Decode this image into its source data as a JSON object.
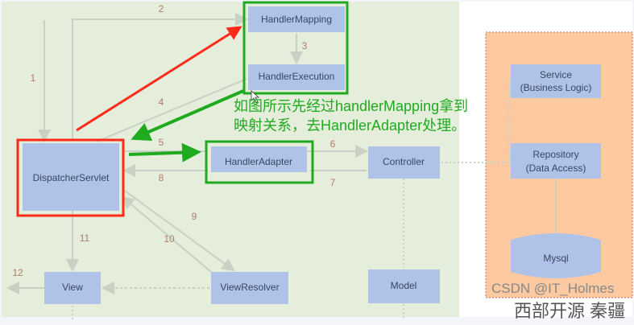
{
  "nodes": {
    "handler_mapping": "HandlerMapping",
    "handler_execution": "HandlerExecution",
    "dispatcher_servlet": "DispatcherServlet",
    "handler_adapter": "HandlerAdapter",
    "controller": "Controller",
    "service_line1": "Service",
    "service_line2": "(Business Logic)",
    "repository_line1": "Repository",
    "repository_line2": "(Data Access)",
    "mysql": "Mysql",
    "view": "View",
    "view_resolver": "ViewResolver",
    "model": "Model"
  },
  "steps": [
    "1",
    "2",
    "3",
    "4",
    "5",
    "6",
    "7",
    "8",
    "9",
    "10",
    "11",
    "12"
  ],
  "annotation": {
    "line1": "如图所示先经过handlerMapping拿到",
    "line2": "映射关系，去HandlerAdapter处理。"
  },
  "watermark": {
    "csdn": "CSDN @IT_Holmes",
    "author": "西部开源 秦疆"
  },
  "colors": {
    "highlight_red": "#ff2a1a",
    "highlight_green": "#1faa1f",
    "canvas": "#e5eedb",
    "data_layer": "#fcc9a0",
    "node": "#afc3e9"
  }
}
